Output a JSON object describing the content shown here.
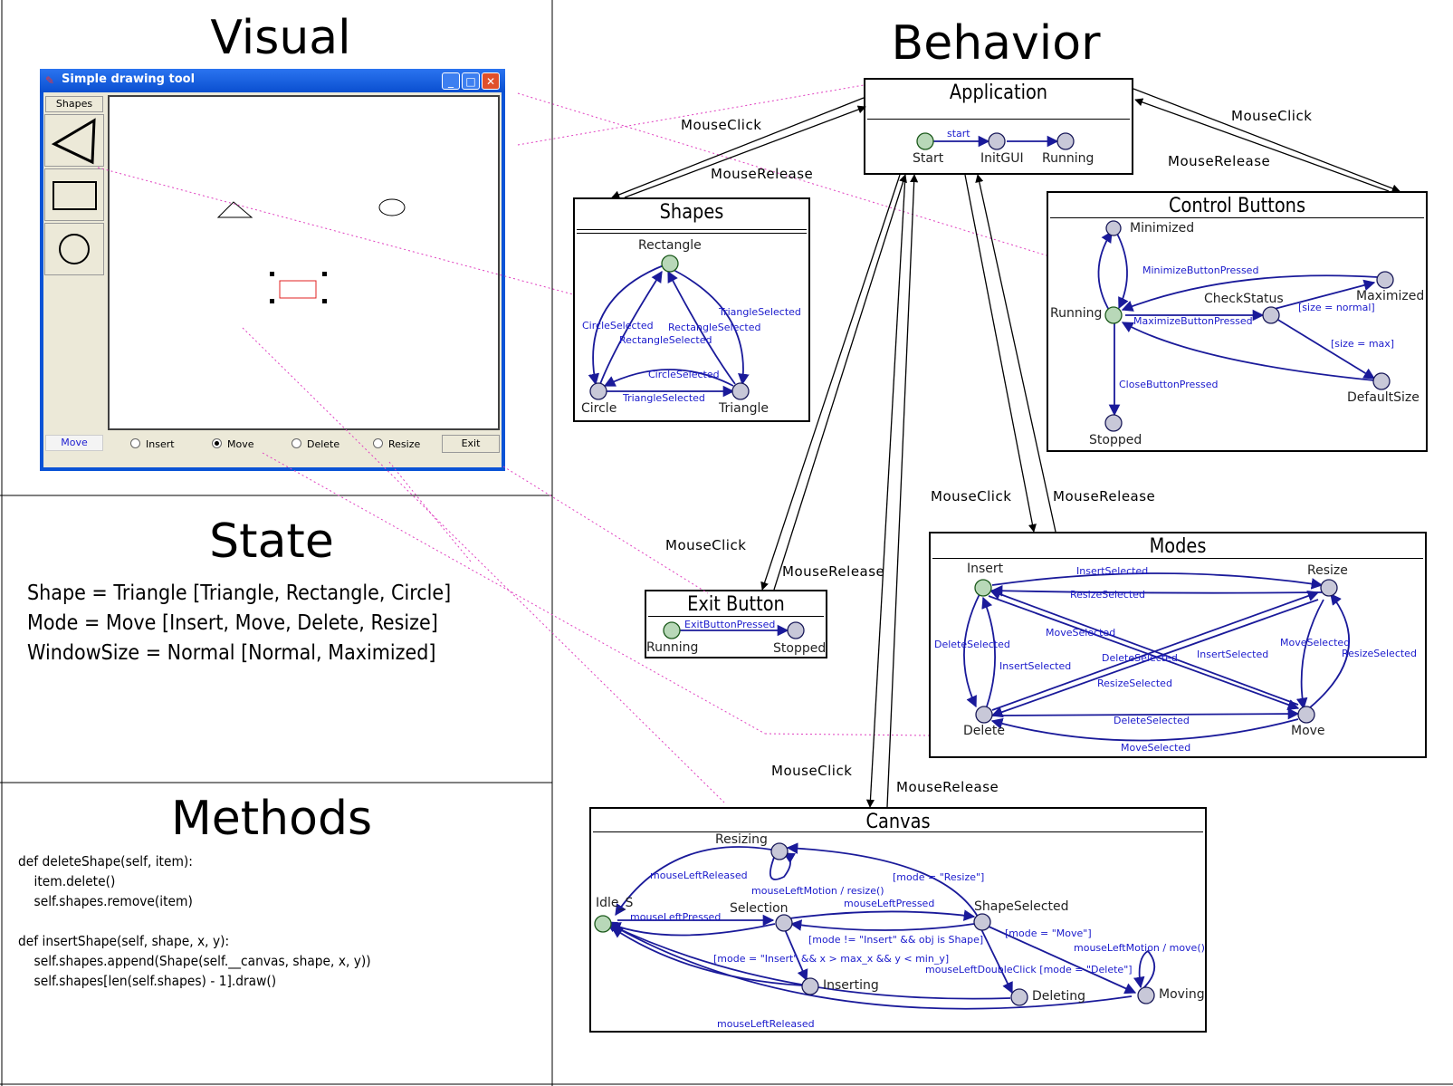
{
  "visual": {
    "heading": "Visual",
    "window_title": "Simple drawing tool",
    "shapes_button": "Shapes",
    "mode_label": "Move",
    "radios": [
      {
        "label": "Insert",
        "selected": false
      },
      {
        "label": "Move",
        "selected": true
      },
      {
        "label": "Delete",
        "selected": false
      },
      {
        "label": "Resize",
        "selected": false
      }
    ],
    "exit_button": "Exit",
    "canvas_shape_colors": {
      "selected": "#e02020",
      "normal": "#000000"
    }
  },
  "state": {
    "heading": "State",
    "lines": [
      "Shape = Triangle  [Triangle, Rectangle, Circle]",
      "Mode = Move  [Insert, Move, Delete, Resize]",
      "WindowSize = Normal  [Normal, Maximized]"
    ]
  },
  "methods": {
    "heading": "Methods",
    "code": [
      "def deleteShape(self, item):",
      "    item.delete()",
      "    self.shapes.remove(item)",
      "",
      "def insertShape(self, shape, x, y):",
      "    self.shapes.append(Shape(self.__canvas, shape, x, y))",
      "    self.shapes[len(self.shapes) - 1].draw()"
    ]
  },
  "behavior": {
    "heading": "Behavior",
    "edge_labels": {
      "app_shapes_click": "MouseClick",
      "app_shapes_release": "MouseRelease",
      "app_ctrl_click": "MouseClick",
      "app_ctrl_release": "MouseRelease",
      "app_modes_click": "MouseClick",
      "app_modes_release": "MouseRelease",
      "app_exit_click": "MouseClick",
      "app_exit_release": "MouseRelease",
      "app_canvas_click": "MouseClick",
      "app_canvas_release": "MouseRelease"
    },
    "application": {
      "title": "Application",
      "states": [
        "Start",
        "InitGUI",
        "Running"
      ],
      "transitions": [
        "start"
      ]
    },
    "shapes": {
      "title": "Shapes",
      "states": [
        "Rectangle",
        "Circle",
        "Triangle"
      ],
      "transitions": [
        "CircleSelected",
        "RectangleSelected",
        "TriangleSelected",
        "RectangleSelected",
        "CircleSelected",
        "TriangleSelected"
      ]
    },
    "control_buttons": {
      "title": "Control Buttons",
      "states": [
        "Minimized",
        "Running",
        "CheckStatus",
        "Maximized",
        "DefaultSize",
        "Stopped"
      ],
      "transitions": [
        "MinimizeButtonPressed",
        "MaximizeButtonPressed",
        "[size = normal]",
        "[size = max]",
        "CloseButtonPressed"
      ]
    },
    "exit_button": {
      "title": "Exit Button",
      "states": [
        "Running",
        "Stopped"
      ],
      "transitions": [
        "ExitButtonPressed"
      ]
    },
    "modes": {
      "title": "Modes",
      "states": [
        "Insert",
        "Resize",
        "Delete",
        "Move"
      ],
      "transitions": [
        "InsertSelected",
        "ResizeSelected",
        "DeleteSelected",
        "MoveSelected",
        "InsertSelected",
        "DeleteSelected",
        "InsertSelected",
        "ResizeSelected",
        "MoveSelected",
        "ResizeSelected",
        "DeleteSelected",
        "MoveSelected"
      ]
    },
    "canvas": {
      "title": "Canvas",
      "states": [
        "Resizing",
        "Idle_S",
        "Selection",
        "ShapeSelected",
        "Inserting",
        "Deleting",
        "Moving"
      ],
      "transitions": [
        "mouseLeftReleased",
        "mouseLeftMotion / resize()",
        "[mode = \"Resize\"]",
        "mouseLeftPressed",
        "mouseLeftPressed",
        "[mode != \"Insert\" && obj is Shape]",
        "[mode = \"Move\"]",
        "mouseLeftMotion / move()",
        "[mode = \"Insert\" && x > max_x && y < min_y]",
        "mouseLeftDoubleClick [mode = \"Delete\"]",
        "mouseLeftReleased"
      ]
    }
  }
}
